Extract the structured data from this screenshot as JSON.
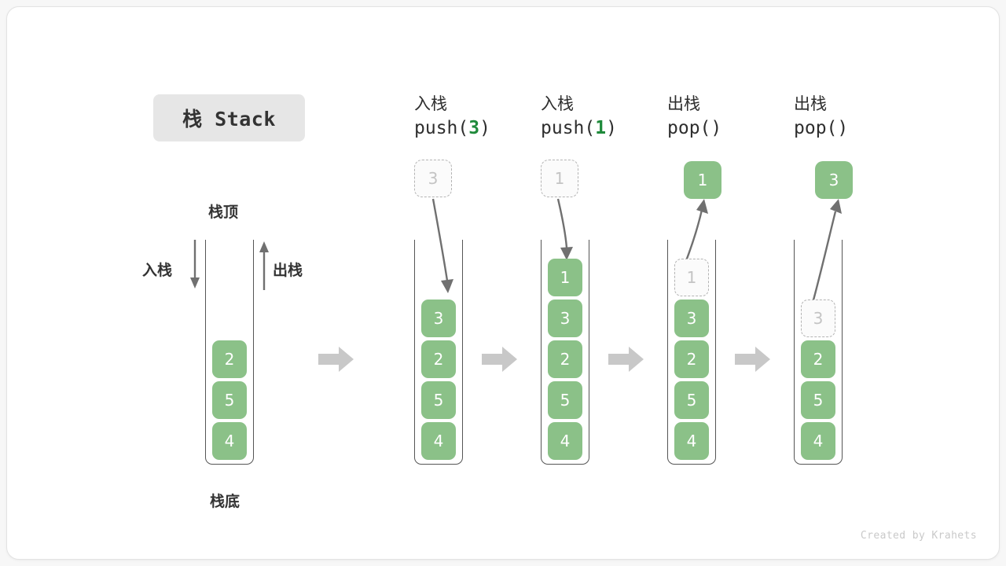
{
  "diagram": {
    "title": "栈 Stack",
    "credit": "Created by Krahets",
    "accent_green": "#8bc188",
    "ghost_gray": "#c4c4c4",
    "arrow_gray": "#707070",
    "chevron_gray": "#c8c8c8",
    "badge_bg": "#e6e6e6"
  },
  "legend": {
    "top_label": "栈顶",
    "bottom_label": "栈底",
    "push_label": "入栈",
    "pop_label": "出栈"
  },
  "initial_stack": {
    "values": [
      "4",
      "5",
      "2"
    ],
    "bottom_to_top": true
  },
  "steps": [
    {
      "op": "push",
      "head_line1": "入栈",
      "head_line2_prefix": "push(",
      "head_line2_arg": "3",
      "head_line2_suffix": ")",
      "floating": {
        "value": "3",
        "style": "ghost",
        "position": "above"
      },
      "stack_values": [
        "4",
        "5",
        "2",
        "3"
      ],
      "ghost_index": null
    },
    {
      "op": "push",
      "head_line1": "入栈",
      "head_line2_prefix": "push(",
      "head_line2_arg": "1",
      "head_line2_suffix": ")",
      "floating": {
        "value": "1",
        "style": "ghost",
        "position": "above"
      },
      "stack_values": [
        "4",
        "5",
        "2",
        "3",
        "1"
      ],
      "ghost_index": null
    },
    {
      "op": "pop",
      "head_line1": "出栈",
      "head_line2_prefix": "pop(",
      "head_line2_arg": "",
      "head_line2_suffix": ")",
      "floating": {
        "value": "1",
        "style": "solid",
        "position": "above"
      },
      "stack_values": [
        "4",
        "5",
        "2",
        "3",
        "1"
      ],
      "ghost_index": 4
    },
    {
      "op": "pop",
      "head_line1": "出栈",
      "head_line2_prefix": "pop(",
      "head_line2_arg": "",
      "head_line2_suffix": ")",
      "floating": {
        "value": "3",
        "style": "solid",
        "position": "above"
      },
      "stack_values": [
        "4",
        "5",
        "2",
        "3"
      ],
      "ghost_index": 3
    }
  ]
}
